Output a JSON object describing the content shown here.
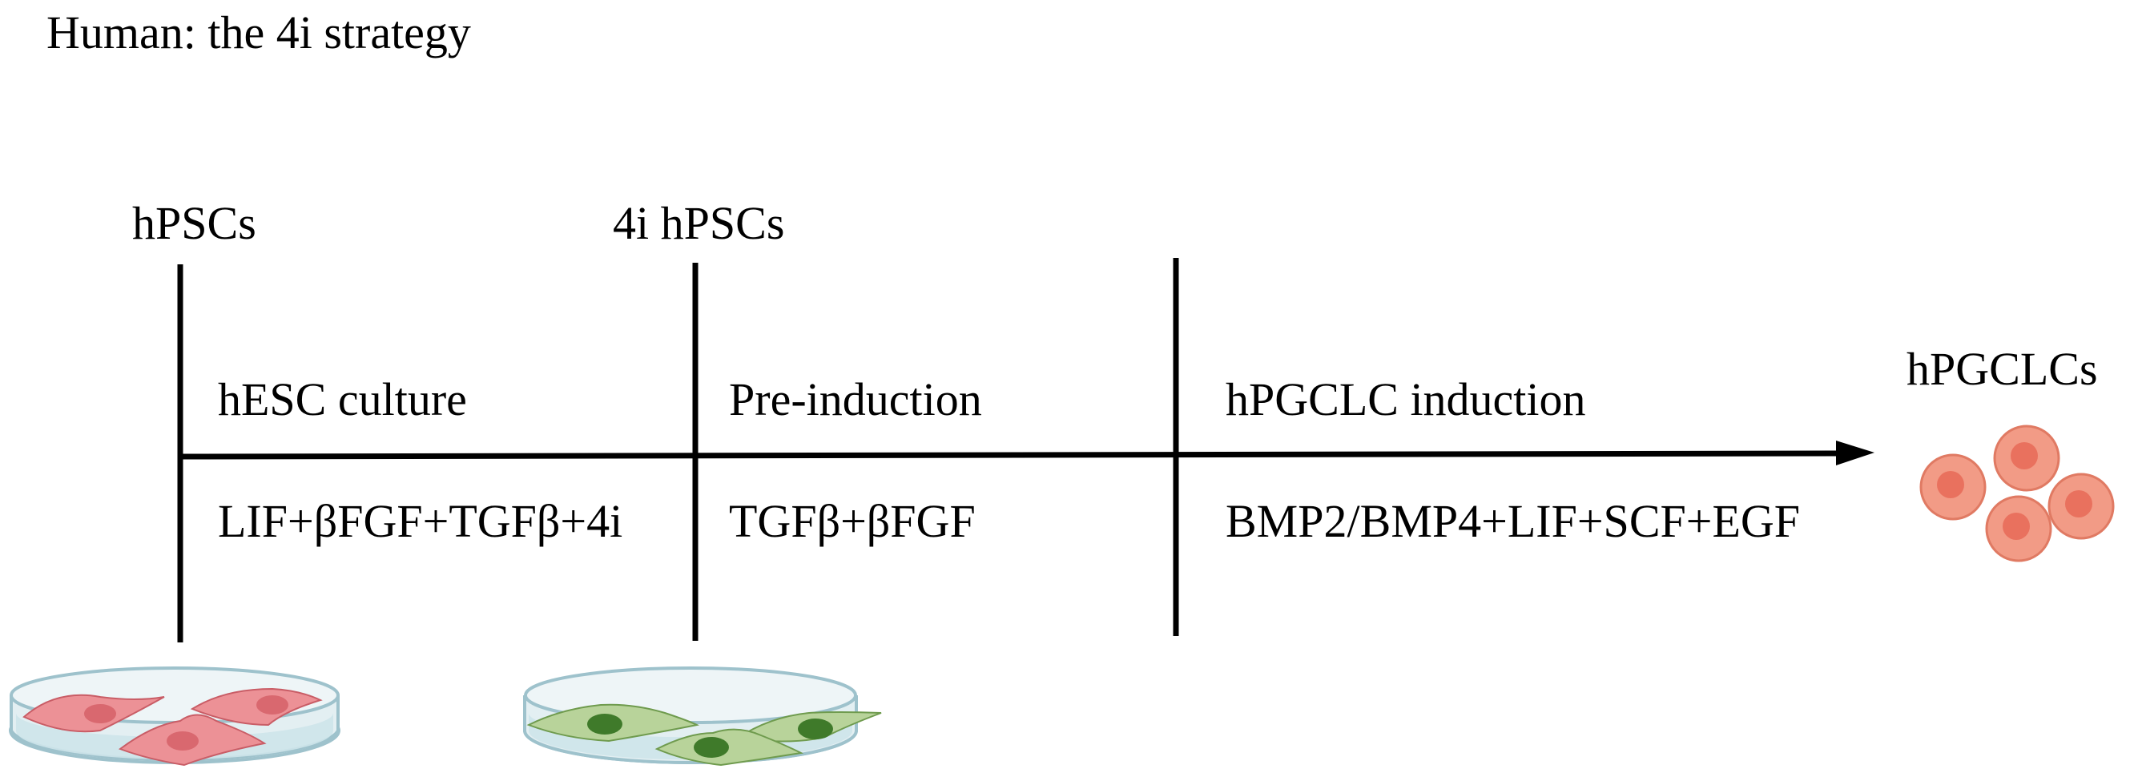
{
  "title": "Human: the 4i strategy",
  "stages": {
    "start": "hPSCs",
    "mid": "4i hPSCs",
    "end": "hPGCLCs"
  },
  "phases": [
    {
      "label": "hESC culture",
      "medium": "LIF+βFGF+TGFβ+4i"
    },
    {
      "label": "Pre-induction",
      "medium": "TGFβ+βFGF"
    },
    {
      "label": "hPGCLC induction",
      "medium": "BMP2/BMP4+LIF+SCF+EGF"
    }
  ],
  "colors": {
    "pink_cell": "#ec9196",
    "pink_nucleus": "#d9686f",
    "green_cell": "#b8d39a",
    "green_nucleus": "#3f7a2a",
    "pgclc_cell": "#f29b86",
    "pgclc_nucleus": "#e9715e",
    "dish_rim": "#9ec2cc",
    "dish_medium": "#cde4ea"
  }
}
